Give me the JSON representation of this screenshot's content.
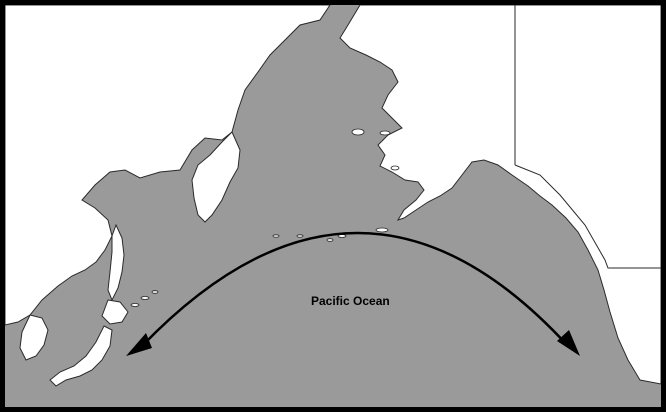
{
  "map": {
    "ocean_label": "Pacific Ocean",
    "colors": {
      "ocean": "#9a9a9a",
      "land": "#ffffff",
      "coast": "#2a2a2a",
      "border": "#000000",
      "arrow": "#000000"
    },
    "features": [
      "arc-arrow",
      "arrow-head-west",
      "arrow-head-east"
    ]
  }
}
